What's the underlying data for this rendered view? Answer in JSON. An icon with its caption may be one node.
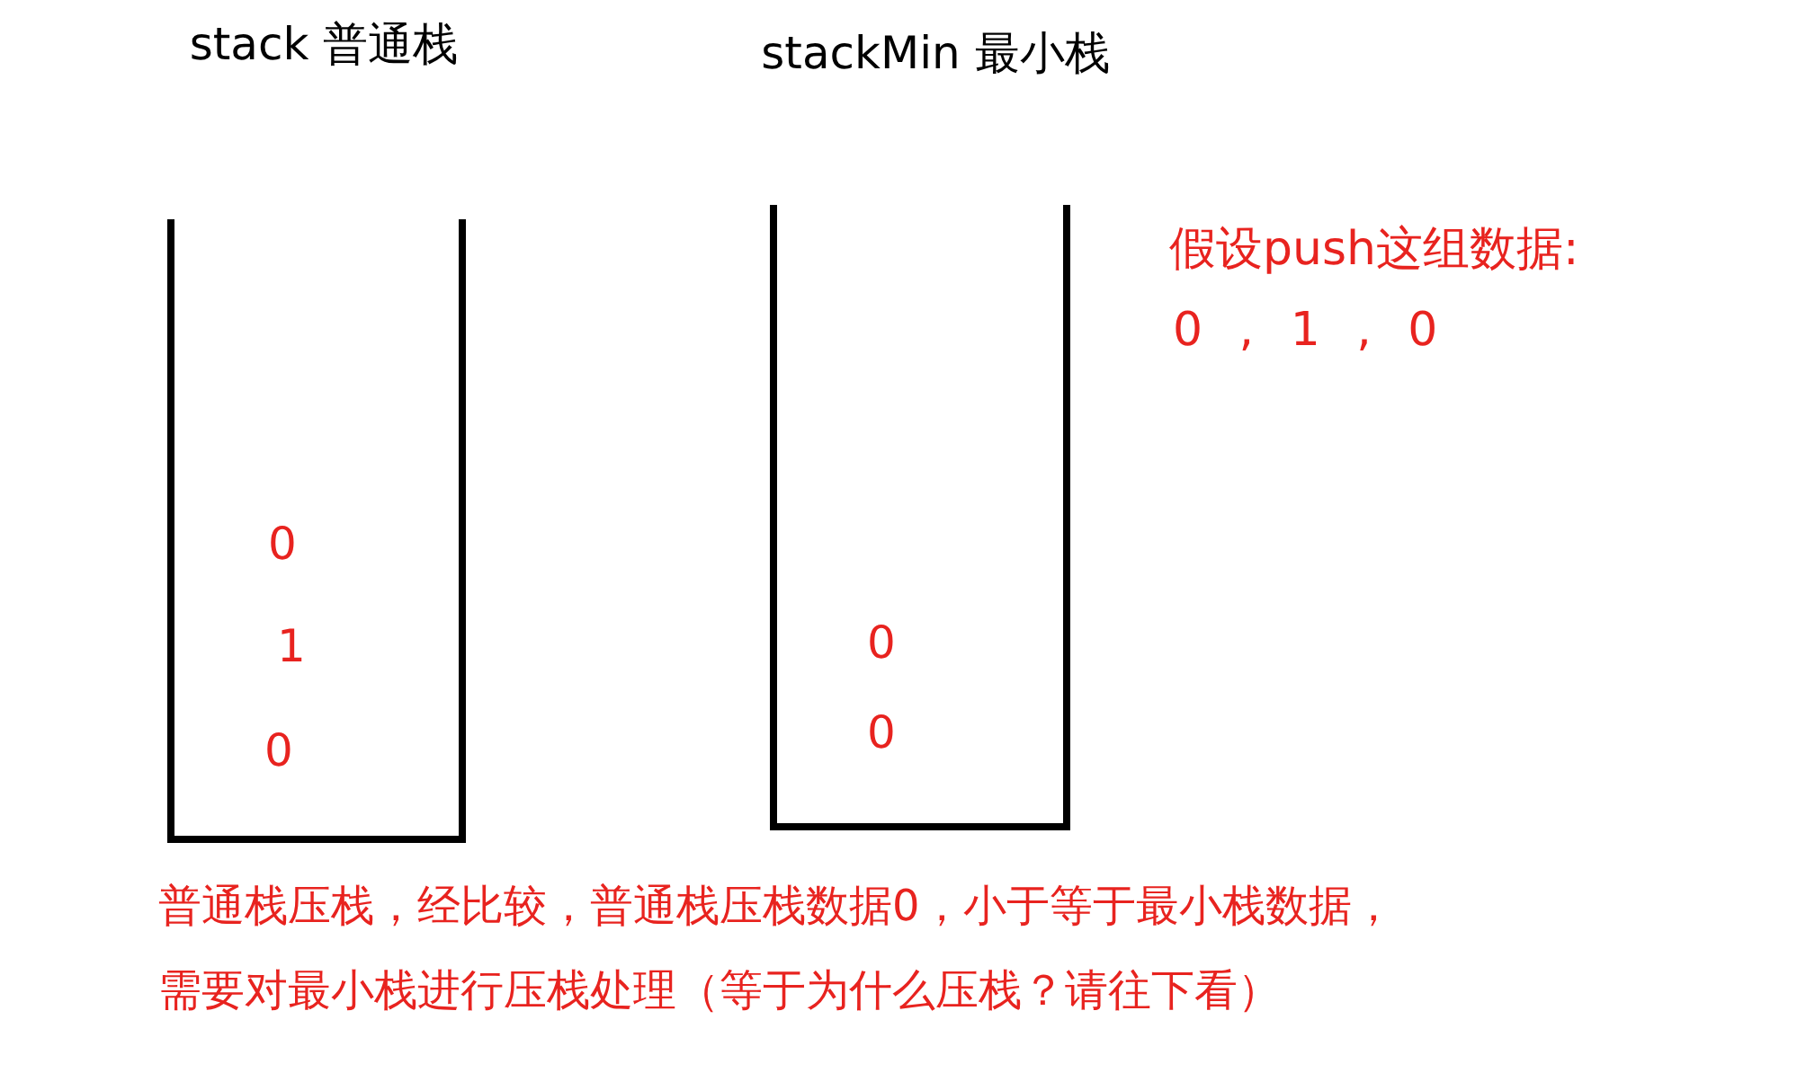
{
  "diagram": {
    "nodes": [
      {
        "text": [
          "stack 普通栈",
          "0",
          "1",
          "0"
        ]
      },
      {
        "text": [
          "stackMin 最小栈",
          "0",
          "0"
        ]
      }
    ],
    "edges": [],
    "labels": [
      "假设push这组数据:",
      "0 , 1 , 0",
      "普通栈压栈，经比较，普通栈压栈数据0，小于等于最小栈数据，",
      "需要对最小栈进行压栈处理（等于为什么压栈？请往下看）"
    ]
  }
}
